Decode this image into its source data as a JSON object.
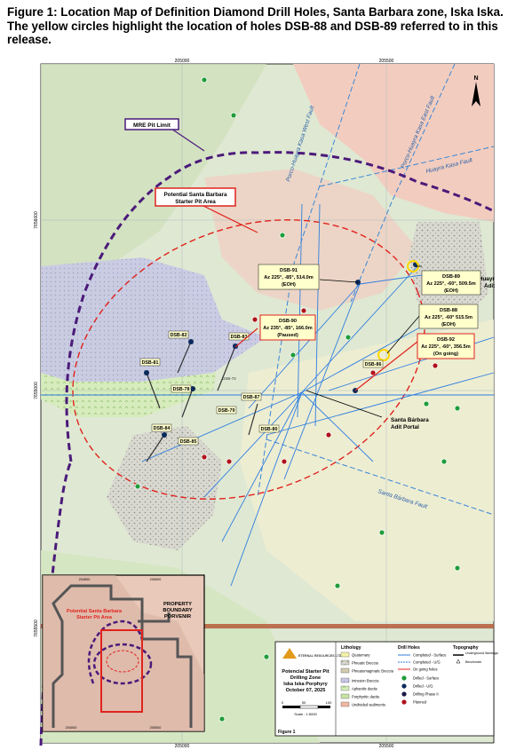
{
  "caption": "Figure 1: Location Map of Definition Diamond Drill Holes, Santa Barbara zone, Iska Iska. The yellow circles highlight the location of holes DSB-88 and DSB-89 referred to in this release.",
  "grid": {
    "easting_top": [
      "205000",
      "205500"
    ],
    "easting_bottom": [
      "205000",
      "205500"
    ],
    "northing_left": [
      "7656000",
      "7655000",
      "7655500"
    ]
  },
  "callouts": {
    "mre": "MRE Pit Limit",
    "starter_1": "Potential Santa Barbara",
    "starter_2": "Starter Pit Area",
    "adit_1": "Santa Bárbara",
    "adit_2": "Adit Portal",
    "huayra_1": "Huayr",
    "huayra_2": "Adit"
  },
  "faults": {
    "porco_west": "Porco-Huayra Kasa West Fault",
    "porco_east": "Porco-Huayra Kasa East Fault",
    "huayra_kasa": "Huayra Kasa Fault",
    "santa_barbara": "Santa Bárbara Fault"
  },
  "holes": {
    "dsb82": "DSB-82",
    "dsb83": "DSB-83",
    "dsb81": "DSB-81",
    "dsb78": "DSB-78",
    "dsb79": "DSB-79",
    "dsb84": "DSB-84",
    "dsb85": "DSB-85",
    "dsb87": "DSB-87",
    "dsb80": "DSB-80",
    "dsb86": "DSB-86",
    "dsb72": "DSB-72"
  },
  "boxes": {
    "dsb91": {
      "name": "DSB-91",
      "az": "Az 225°, -85°, 514.0m",
      "status": "(EOH)"
    },
    "dsb89": {
      "name": "DSB-89",
      "az": "Az 225°, -60°, 509.5m",
      "status": "(EOH)"
    },
    "dsb88": {
      "name": "DSB-88",
      "az": "Az 225°, -60° 515.5m",
      "status": "(EOH)"
    },
    "dsb90": {
      "name": "DSB-90",
      "az": "Az 235°, -85°, 166.0m",
      "status": "(Paused)"
    },
    "dsb92": {
      "name": "DSB-92",
      "az": "Az 225°, -60°, 356.5m",
      "status": "(On going)"
    }
  },
  "inset": {
    "label_1": "Potential Santa Barbara",
    "label_2": "Starter Pit Area",
    "prop_1": "PROPERTY",
    "prop_2": "BOUNDARY",
    "prop_3": "PORVENIR",
    "coords": [
      "204500",
      "205000",
      "204000",
      "205000"
    ]
  },
  "legend": {
    "company": "ETERNAL RESOURCES LTD",
    "title_1": "Potencial Starter Pit",
    "title_2": "Drilling Zone",
    "title_3": "Iska Iska Porphyry",
    "title_4": "October 07, 2025",
    "scale_ticks": [
      "0",
      "50",
      "100"
    ],
    "scale_text": "Scale : 1:5000",
    "fig": "Figure 1",
    "lith_head": "Lithology",
    "lith": [
      "Quaternary",
      "Phreatic Breccia",
      "Phreatomagmatic Breccia",
      "Intrusion Breccia",
      "Aphanitic dacite",
      "Porphyritic dacite",
      "Undivided sediments"
    ],
    "drill_head": "Drill Holes",
    "drill": [
      "Completed - Surface",
      "Completed - U/G",
      "On going holes",
      "Drilled - Surface",
      "Drilled - U/G",
      "Drilling Phase II",
      "Planned"
    ],
    "topo_head": "Topography",
    "topo": [
      "Underground Workings",
      "Benchmark"
    ]
  },
  "colors": {
    "pit_limit": "#4b1a7a",
    "starter": "#e0231d",
    "fault": "#3a86d6",
    "drill": "#2f7ee0",
    "planned": "#b0121b",
    "drilled": "#1f9d3a",
    "callout_box": "#ffffcc"
  }
}
